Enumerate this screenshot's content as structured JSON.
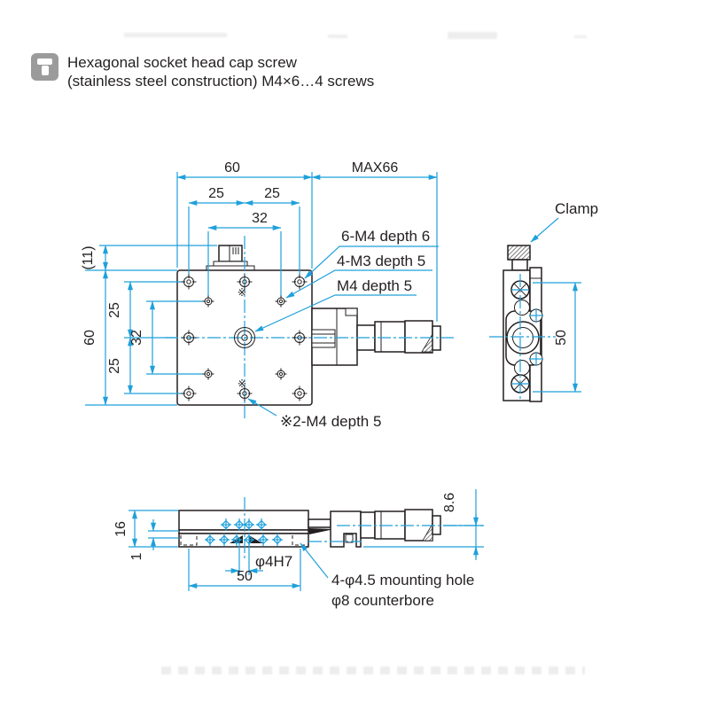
{
  "header": {
    "line1": "Hexagonal socket head cap screw",
    "line2": "(stainless steel construction) M4×6…4 screws",
    "icon": "socket-head-screw-icon"
  },
  "top_view": {
    "dim_width_top": "60",
    "dim_travel": "MAX66",
    "dim_pitch_left": "25",
    "dim_pitch_right": "25",
    "dim_m3_pitch_h": "32",
    "dim_knob_height": "(11)",
    "dim_height_left": "60",
    "dim_pitch_top": "25",
    "dim_m3_pitch_v": "32",
    "dim_pitch_bottom": "25",
    "label_m4_corner": "6-M4 depth 6",
    "label_m3": "4-M3 depth 5",
    "label_m4_center": "M4 depth 5",
    "label_m4_ref": "※2-M4 depth 5",
    "ref_mark_top": "※",
    "ref_mark_bottom": "※"
  },
  "side_view": {
    "label_clamp": "Clamp",
    "dim_mount_pitch": "50"
  },
  "bottom_view": {
    "dim_total_height": "16",
    "dim_base_gap": "1",
    "dim_axis_height": "8.6",
    "dim_pin_hole": "φ4H7",
    "dim_mount_pitch": "50",
    "label_mount_hole": "4-φ4.5 mounting hole",
    "label_counterbore": "φ8 counterbore"
  },
  "colors": {
    "dimension_blue": "#1fa0db",
    "drawing_black": "#231f20",
    "icon_gray": "#9b9b9b"
  }
}
